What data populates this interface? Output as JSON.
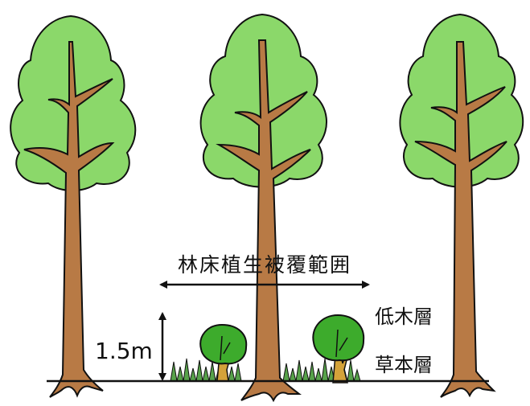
{
  "labels": {
    "coverage_range": "林床植生被覆範囲",
    "height": "1.5m",
    "shrub_layer": "低木層",
    "herb_layer": "草本層"
  },
  "colors": {
    "crown": "#8bd86a",
    "trunk": "#b87a45",
    "shrub_leaf": "#3dab2c",
    "shrub_trunk": "#d4a23a",
    "grass": "#57a24a",
    "outline": "#111111"
  }
}
